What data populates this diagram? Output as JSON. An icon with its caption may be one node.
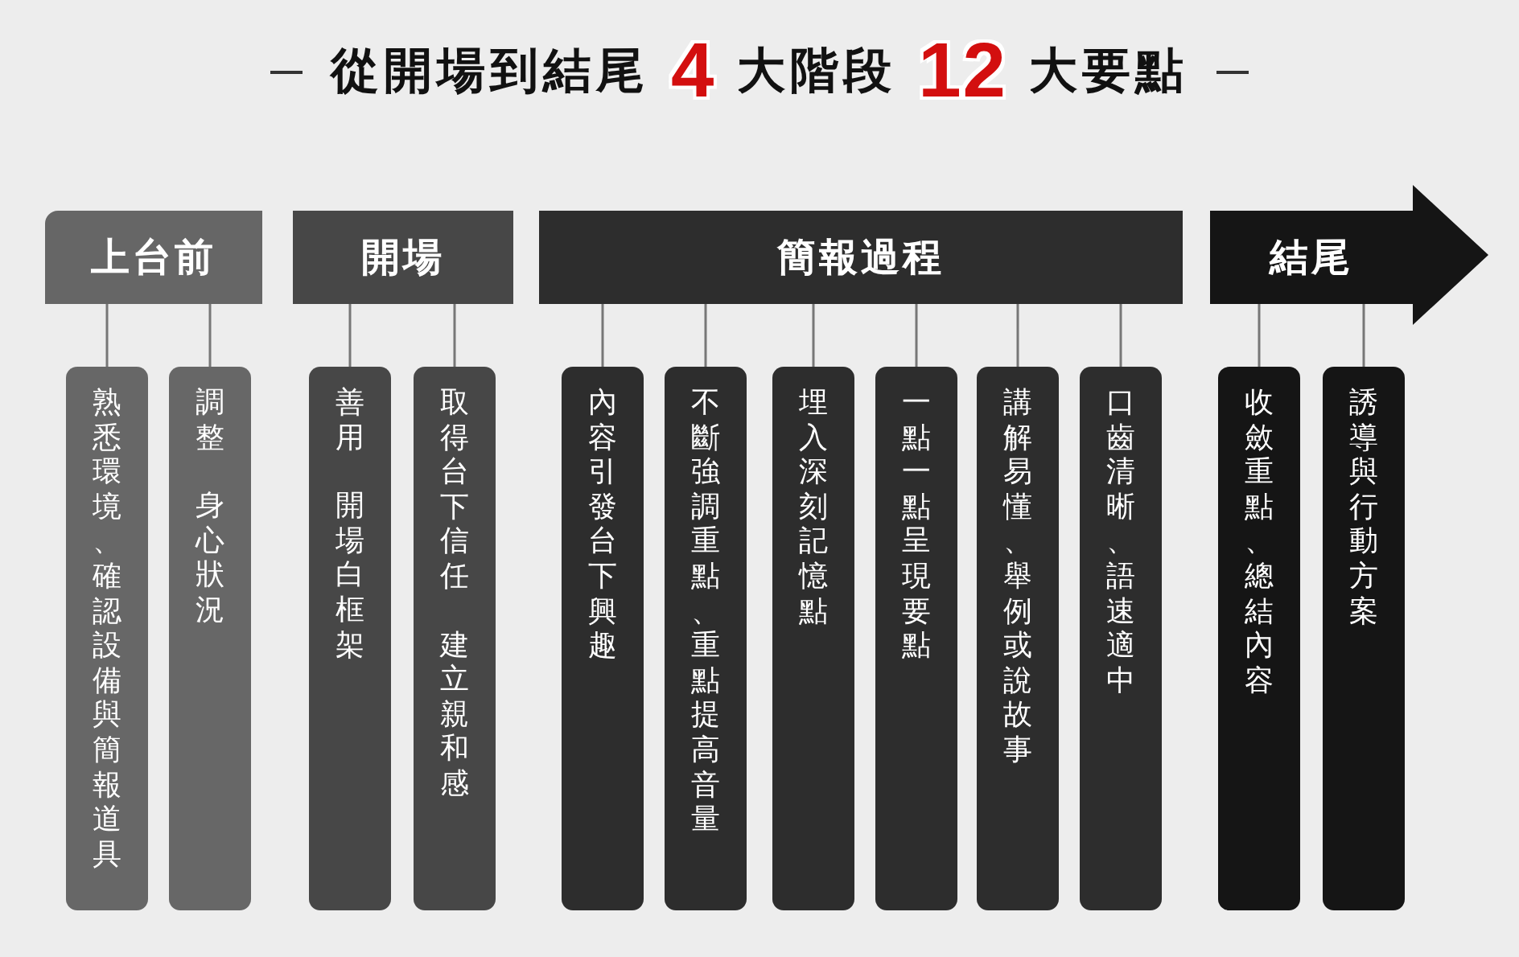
{
  "diagram": {
    "title": "從開場到結尾 4 大階段 12 大要點",
    "nodes": [
      {
        "text": [
          "上台前"
        ]
      },
      {
        "text": [
          "開場"
        ]
      },
      {
        "text": [
          "簡報過程"
        ]
      },
      {
        "text": [
          "結尾"
        ]
      },
      {
        "text": [
          "熟悉環境、確認設備與簡報道具"
        ]
      },
      {
        "text": [
          "調整",
          "身心狀況"
        ]
      },
      {
        "text": [
          "善用",
          "開場白框架"
        ]
      },
      {
        "text": [
          "取得台下信任",
          "建立親和感"
        ]
      },
      {
        "text": [
          "內容引發台下興趣"
        ]
      },
      {
        "text": [
          "不斷強調重點、重點提高音量"
        ]
      },
      {
        "text": [
          "埋入深刻記憶點"
        ]
      },
      {
        "text": [
          "一點一點呈現要點"
        ]
      },
      {
        "text": [
          "講解易懂、舉例或說故事"
        ]
      },
      {
        "text": [
          "口齒清晰、語速適中"
        ]
      },
      {
        "text": [
          "收斂重點、總結內容"
        ]
      },
      {
        "text": [
          "誘導與行動方案"
        ]
      }
    ],
    "edges": [
      {
        "from": 0,
        "to": 4,
        "arrow": "none"
      },
      {
        "from": 0,
        "to": 5,
        "arrow": "none"
      },
      {
        "from": 1,
        "to": 6,
        "arrow": "none"
      },
      {
        "from": 1,
        "to": 7,
        "arrow": "none"
      },
      {
        "from": 2,
        "to": 8,
        "arrow": "none"
      },
      {
        "from": 2,
        "to": 9,
        "arrow": "none"
      },
      {
        "from": 2,
        "to": 10,
        "arrow": "none"
      },
      {
        "from": 2,
        "to": 11,
        "arrow": "none"
      },
      {
        "from": 2,
        "to": 12,
        "arrow": "none"
      },
      {
        "from": 2,
        "to": 13,
        "arrow": "none"
      },
      {
        "from": 3,
        "to": 14,
        "arrow": "none"
      },
      {
        "from": 3,
        "to": 15,
        "arrow": "none"
      }
    ]
  }
}
